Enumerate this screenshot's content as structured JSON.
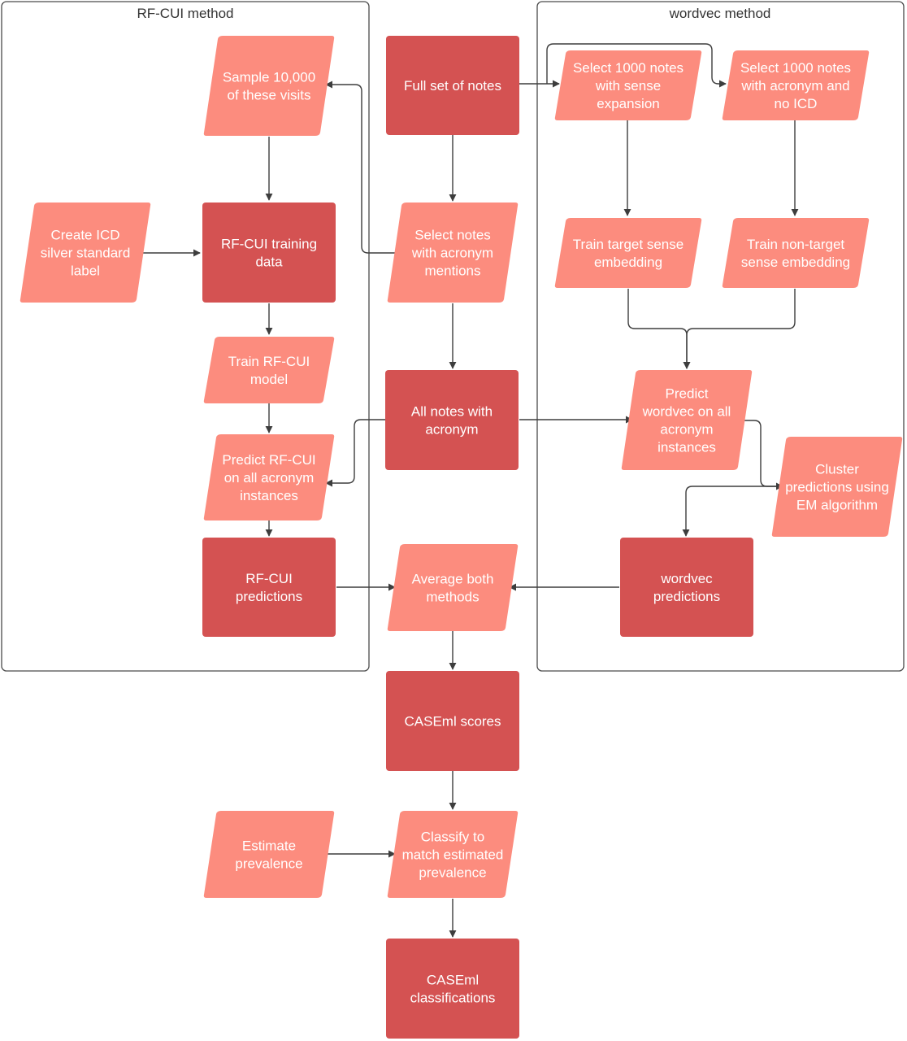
{
  "groups": {
    "rfcui": {
      "title": "RF-CUI method"
    },
    "wordvec": {
      "title": "wordvec method"
    }
  },
  "colors": {
    "process": "#d45252",
    "data": "#fc8c7e",
    "text": "#ffffff",
    "line": "#3d3d3d"
  },
  "nodes": {
    "full_notes": {
      "lines": [
        "Full set of notes"
      ]
    },
    "sample_visits": {
      "lines": [
        "Sample 10,000",
        "of these visits"
      ]
    },
    "select_sense": {
      "lines": [
        "Select 1000 notes",
        "with sense",
        "expansion"
      ]
    },
    "select_noicd": {
      "lines": [
        "Select 1000 notes",
        "with acronym and",
        "no ICD"
      ]
    },
    "create_icd": {
      "lines": [
        "Create ICD",
        "silver standard",
        "label"
      ]
    },
    "rfcui_training": {
      "lines": [
        "RF-CUI training",
        "data"
      ]
    },
    "select_mentions": {
      "lines": [
        "Select notes",
        "with acronym",
        "mentions"
      ]
    },
    "train_target": {
      "lines": [
        "Train target sense",
        "embedding"
      ]
    },
    "train_nontarget": {
      "lines": [
        "Train non-target",
        "sense embedding"
      ]
    },
    "train_rfcui": {
      "lines": [
        "Train RF-CUI",
        "model"
      ]
    },
    "all_notes": {
      "lines": [
        "All notes with",
        "acronym"
      ]
    },
    "predict_wordvec": {
      "lines": [
        "Predict",
        "wordvec on all",
        "acronym",
        "instances"
      ]
    },
    "predict_rfcui": {
      "lines": [
        "Predict RF-CUI",
        "on all acronym",
        "instances"
      ]
    },
    "cluster": {
      "lines": [
        "Cluster",
        "predictions using",
        "EM algorithm"
      ]
    },
    "rfcui_predictions": {
      "lines": [
        "RF-CUI",
        "predictions"
      ]
    },
    "average": {
      "lines": [
        "Average both",
        "methods"
      ]
    },
    "wordvec_predictions": {
      "lines": [
        "wordvec",
        "predictions"
      ]
    },
    "caseml_scores": {
      "lines": [
        "CASEml scores"
      ]
    },
    "estimate_prev": {
      "lines": [
        "Estimate",
        "prevalence"
      ]
    },
    "classify": {
      "lines": [
        "Classify to",
        "match estimated",
        "prevalence"
      ]
    },
    "caseml_class": {
      "lines": [
        "CASEml",
        "classifications"
      ]
    }
  }
}
